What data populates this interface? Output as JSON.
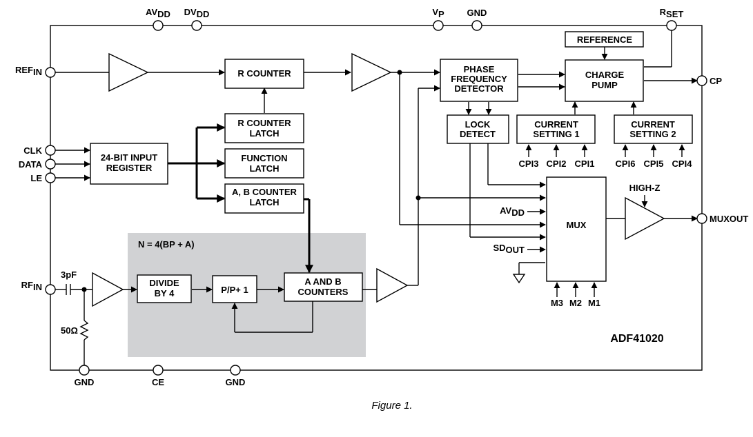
{
  "part_number": "ADF41020",
  "caption": "Figure 1.",
  "pins": {
    "avdd": {
      "main": "AV",
      "sub": "DD"
    },
    "dvdd": {
      "main": "DV",
      "sub": "DD"
    },
    "vp": {
      "main": "V",
      "sub": "P"
    },
    "gnd_top": "GND",
    "rset": {
      "main": "R",
      "sub": "SET"
    },
    "refin": {
      "main": "REF",
      "sub": "IN"
    },
    "clk": "CLK",
    "data": "DATA",
    "le": "LE",
    "rfin": {
      "main": "RF",
      "sub": "IN"
    },
    "cp": "CP",
    "muxout": "MUXOUT",
    "gnd_b1": "GND",
    "ce": "CE",
    "gnd_b2": "GND"
  },
  "blocks": {
    "r_counter": "R COUNTER",
    "r_counter_latch": [
      "R COUNTER",
      "LATCH"
    ],
    "function_latch": [
      "FUNCTION",
      "LATCH"
    ],
    "ab_counter_latch": [
      "A, B COUNTER",
      "LATCH"
    ],
    "input_register": [
      "24-BIT INPUT",
      "REGISTER"
    ],
    "pfd": [
      "PHASE",
      "FREQUENCY",
      "DETECTOR"
    ],
    "reference": "REFERENCE",
    "charge_pump": [
      "CHARGE",
      "PUMP"
    ],
    "lock_detect": [
      "LOCK",
      "DETECT"
    ],
    "current_setting_1": [
      "CURRENT",
      "SETTING 1"
    ],
    "current_setting_2": [
      "CURRENT",
      "SETTING 2"
    ],
    "mux": "MUX",
    "divide_by_4": [
      "DIVIDE",
      "BY 4"
    ],
    "prescaler": "P/P+ 1",
    "ab_counters": [
      "A AND B",
      "COUNTERS"
    ]
  },
  "labels": {
    "n_equation": "N = 4(BP + A)",
    "cap": "3pF",
    "resistor": "50Ω",
    "high_z": "HIGH-Z",
    "mux_avdd": {
      "main": "AV",
      "sub": "DD"
    },
    "mux_sdout": {
      "main": "SD",
      "sub": "OUT"
    },
    "cpi": [
      "CPI3",
      "CPI2",
      "CPI1",
      "CPI6",
      "CPI5",
      "CPI4"
    ],
    "m": [
      "M3",
      "M2",
      "M1"
    ]
  },
  "colors": {
    "ink": "#000000",
    "prescaler_region": "#d1d2d4"
  }
}
